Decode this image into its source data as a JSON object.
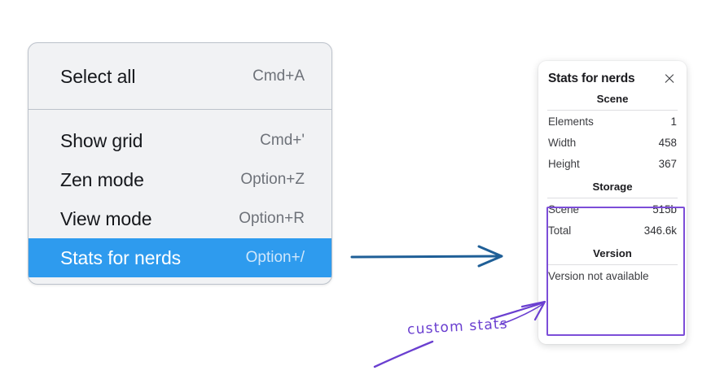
{
  "context_menu": {
    "groups": [
      {
        "items": [
          {
            "label": "Select all",
            "shortcut": "Cmd+A",
            "selected": false
          }
        ]
      },
      {
        "items": [
          {
            "label": "Show grid",
            "shortcut": "Cmd+'",
            "selected": false
          },
          {
            "label": "Zen mode",
            "shortcut": "Option+Z",
            "selected": false
          },
          {
            "label": "View mode",
            "shortcut": "Option+R",
            "selected": false
          },
          {
            "label": "Stats for nerds",
            "shortcut": "Option+/",
            "selected": true
          }
        ]
      }
    ]
  },
  "stats_panel": {
    "title": "Stats for nerds",
    "close_label": "×",
    "sections": [
      {
        "title": "Scene",
        "rows": [
          {
            "label": "Elements",
            "value": "1"
          },
          {
            "label": "Width",
            "value": "458"
          },
          {
            "label": "Height",
            "value": "367"
          }
        ]
      },
      {
        "title": "Storage",
        "rows": [
          {
            "label": "Scene",
            "value": "515b"
          },
          {
            "label": "Total",
            "value": "346.6k"
          }
        ]
      },
      {
        "title": "Version",
        "free_text": "Version not available"
      }
    ]
  },
  "annotations": {
    "custom_stats_label": "custom stats",
    "colors": {
      "highlight_blue": "#2e9bee",
      "arrow_blue": "#1f5f97",
      "annotation_purple": "#6a3fd0",
      "box_purple": "#7c4dd8"
    }
  }
}
